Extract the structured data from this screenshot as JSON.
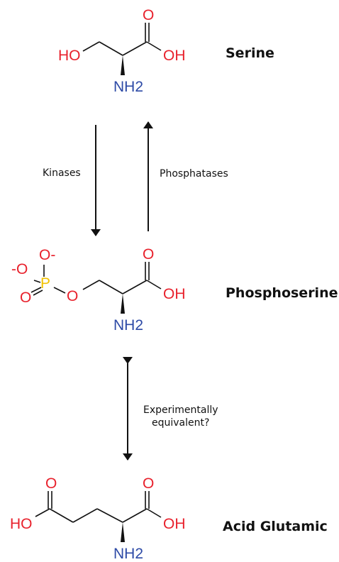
{
  "molecules": {
    "serine": {
      "name": "Serine",
      "atoms": {
        "ho": "HO",
        "o_carbonyl": "O",
        "oh": "OH",
        "nh2": "NH2"
      }
    },
    "phosphoserine": {
      "name": "Phosphoserine",
      "atoms": {
        "o_minus_top": "O-",
        "o_minus_left": "-O",
        "o_double": "O",
        "p": "P",
        "o_ester": "O",
        "o_carbonyl": "O",
        "oh": "OH",
        "nh2": "NH2"
      }
    },
    "glutamic": {
      "name": "Acid Glutamic",
      "atoms": {
        "o_left": "O",
        "ho": "HO",
        "o_right": "O",
        "oh": "OH",
        "nh2": "NH2"
      }
    }
  },
  "arrows": {
    "kinases": "Kinases",
    "phosphatases": "Phosphatases",
    "equivalent_line1": "Experimentally",
    "equivalent_line2": "equivalent?"
  },
  "colors": {
    "oxygen": "#e8212c",
    "nitrogen": "#2d4aa6",
    "phosphorus": "#f2c200",
    "bond": "#111111"
  }
}
